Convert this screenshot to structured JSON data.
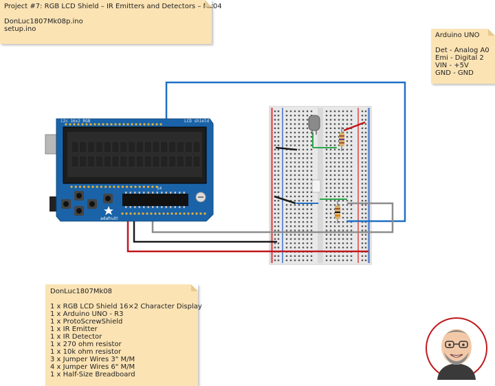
{
  "project_note": {
    "title": "Project #7: RGB LCD Shield – IR Emitters and Detectors – Mk04",
    "files": [
      "DonLuc1807Mk08p.ino",
      "setup.ino"
    ]
  },
  "arduino_note": {
    "title": "Arduino UNO",
    "pins": [
      "Det - Analog A0",
      "Emi - Digital 2",
      "VIN - +5V",
      "GND - GND"
    ]
  },
  "parts_note": {
    "title": "DonLuc1807Mk08",
    "items": [
      "1 x RGB LCD Shield 16×2 Character Display",
      "1 x Arduino UNO - R3",
      "1 x ProtoScrewShield",
      "1 x IR Emitter",
      "1 x IR Detector",
      "1 x 270 ohm resistor",
      "1 x 10k ohm resistor",
      "3 x Jumper Wires 3\" M/M",
      "4 x Jumper Wires 6\" M/M",
      "1 x Half-Size Breadboard"
    ]
  },
  "shield": {
    "label_left": "i2c 16x2 RGB",
    "label_right": "LCD shield",
    "brand": "adafruit!",
    "pin_number": "14",
    "color": "#1a63a8"
  },
  "wires": {
    "blue": "#1f6fc4",
    "black": "#1a1a1a",
    "red": "#c0161b",
    "gray": "#8c8c8c"
  },
  "icons": {
    "avatar": "cartoon-portrait-icon",
    "lcd": "lcd-display-icon",
    "ir_emitter": "ir-led-icon",
    "ir_detector": "ir-detector-icon"
  }
}
